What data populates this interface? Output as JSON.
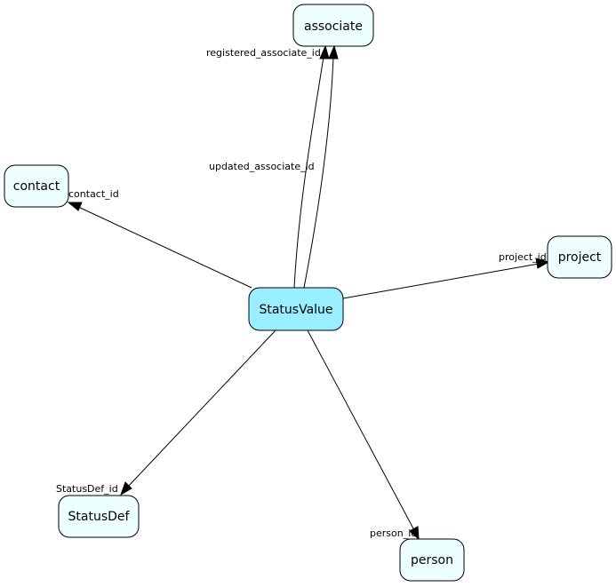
{
  "colors": {
    "center_node_fill": "#99eeff",
    "node_fill": "#eeffff",
    "line": "#000000",
    "background": "#ffffff"
  },
  "nodes": {
    "associate": "associate",
    "contact": "contact",
    "project": "project",
    "status_value": "StatusValue",
    "status_def": "StatusDef",
    "person": "person"
  },
  "edges": {
    "registered_associate": "registered_associate_id",
    "updated_associate": "updated_associate_id",
    "contact": "contact_id",
    "project": "project_id",
    "status_def": "StatusDef_id",
    "person": "person_id"
  }
}
